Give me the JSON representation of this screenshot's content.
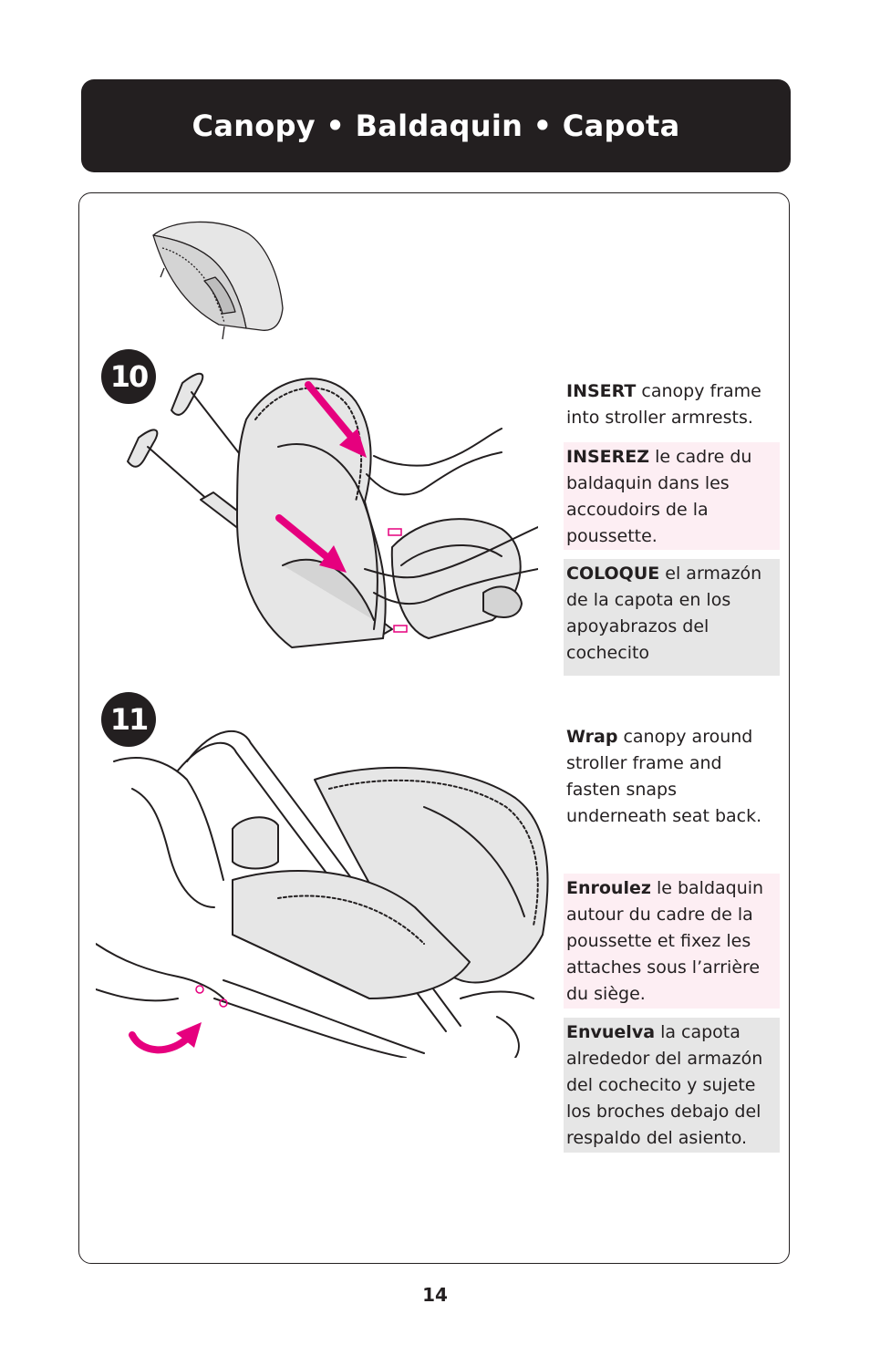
{
  "header": {
    "title": "Canopy • Baldaquin • Capota"
  },
  "steps": [
    {
      "number": "10",
      "instructions": [
        {
          "lang": "en",
          "verb": "INSERT",
          "text": " canopy frame into stroller armrests."
        },
        {
          "lang": "fr",
          "verb": "INSEREZ",
          "text": " le cadre du baldaquin dans les accoudoirs de la poussette."
        },
        {
          "lang": "es",
          "verb": "COLOQUE",
          "text": " el armazón de la capota en los apoyabrazos del cochecito"
        }
      ]
    },
    {
      "number": "11",
      "instructions": [
        {
          "lang": "en",
          "verb": "Wrap",
          "text": " canopy around stroller frame and fasten snaps underneath seat back."
        },
        {
          "lang": "fr",
          "verb": "Enroulez",
          "text": " le baldaquin autour du cadre de la poussette et fixez les attaches sous l’arrière du siège."
        },
        {
          "lang": "es",
          "verb": "Envuelva",
          "text": " la capota alrededor del armazón del cochecito y sujete los broches debajo del respaldo del asiento."
        }
      ]
    }
  ],
  "page_number": "14",
  "colors": {
    "accent": "#e6007e",
    "dark": "#231f20",
    "pink_bg": "#fdeef3",
    "gray_bg": "#e6e6e6"
  }
}
